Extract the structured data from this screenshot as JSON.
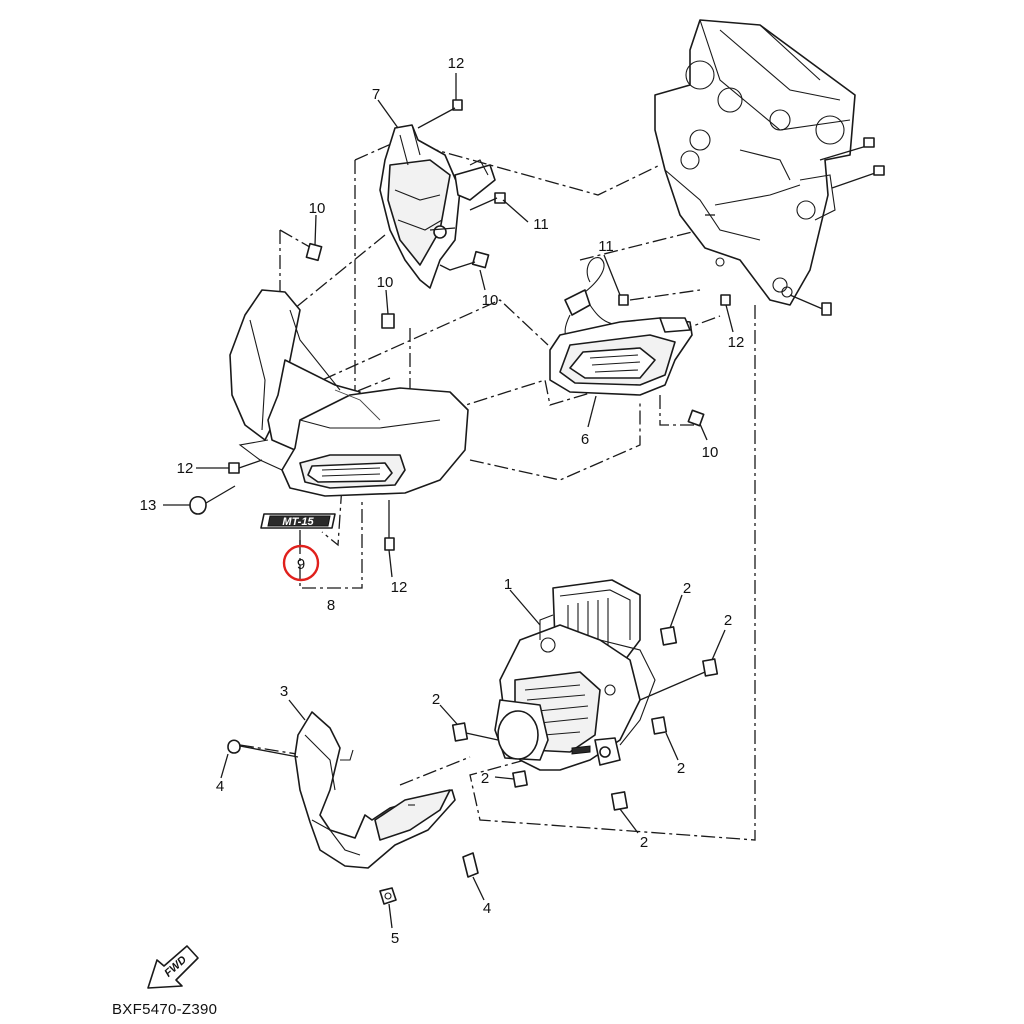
{
  "diagram": {
    "code": "BXF5470-Z390",
    "fwd_label": "FWD",
    "highlighted_part": "9",
    "emblem_text": "MT-15",
    "callouts": [
      {
        "id": "c12a",
        "text": "12"
      },
      {
        "id": "c7",
        "text": "7"
      },
      {
        "id": "c10a",
        "text": "10"
      },
      {
        "id": "c11a",
        "text": "11"
      },
      {
        "id": "c10b",
        "text": "10"
      },
      {
        "id": "c10c",
        "text": "10"
      },
      {
        "id": "c11b",
        "text": "11"
      },
      {
        "id": "c12b",
        "text": "12"
      },
      {
        "id": "c6",
        "text": "6"
      },
      {
        "id": "c10d",
        "text": "10"
      },
      {
        "id": "c12c",
        "text": "12"
      },
      {
        "id": "c13",
        "text": "13"
      },
      {
        "id": "c9",
        "text": "9"
      },
      {
        "id": "c12d",
        "text": "12"
      },
      {
        "id": "c8",
        "text": "8"
      },
      {
        "id": "c1",
        "text": "1"
      },
      {
        "id": "c2a",
        "text": "2"
      },
      {
        "id": "c2b",
        "text": "2"
      },
      {
        "id": "c2c",
        "text": "2"
      },
      {
        "id": "c2d",
        "text": "2"
      },
      {
        "id": "c2e",
        "text": "2"
      },
      {
        "id": "c2f",
        "text": "2"
      },
      {
        "id": "c3",
        "text": "3"
      },
      {
        "id": "c4a",
        "text": "4"
      },
      {
        "id": "c4b",
        "text": "4"
      },
      {
        "id": "c5",
        "text": "5"
      }
    ]
  }
}
